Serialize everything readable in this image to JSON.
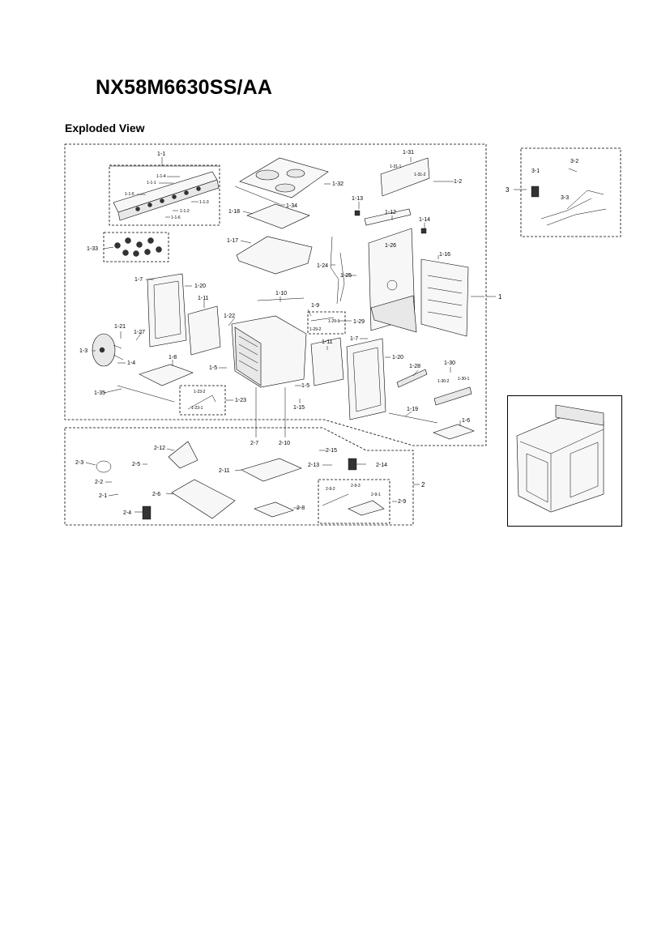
{
  "header": {
    "model": "NX58M6630SS/AA",
    "section": "Exploded View"
  },
  "callouts": {
    "g1": "1",
    "g2": "2",
    "g3": "3",
    "c1_1": "1-1",
    "c1_1_1": "1-1-1",
    "c1_1_2": "1-1-2",
    "c1_1_4": "1-1-4",
    "c1_1_5": "1-1-5",
    "c1_1_6": "1-1-6",
    "c1_2": "1-2",
    "c1_3": "1-3",
    "c1_4": "1-4",
    "c1_5a": "1-5",
    "c1_5b": "1-5",
    "c1_6": "1-6",
    "c1_7a": "1-7",
    "c1_7b": "1-7",
    "c1_8": "1-8",
    "c1_9": "1-9",
    "c1_10": "1-10",
    "c1_11a": "1-11",
    "c1_11b": "1-11",
    "c1_12": "1-12",
    "c1_13": "1-13",
    "c1_14": "1-14",
    "c1_15": "1-15",
    "c1_16": "1-16",
    "c1_17": "1-17",
    "c1_18": "1-18",
    "c1_19": "1-19",
    "c1_20a": "1-20",
    "c1_20b": "1-20",
    "c1_21": "1-21",
    "c1_22": "1-22",
    "c1_23": "1-23",
    "c1_23_1": "1-23-1",
    "c1_23_2": "1-23-2",
    "c1_24": "1-24",
    "c1_25": "1-25",
    "c1_26": "1-26",
    "c1_27": "1-27",
    "c1_28": "1-28",
    "c1_29": "1-29",
    "c1_29_1": "1-29-1",
    "c1_29_2": "1-29-2",
    "c1_30": "1-30",
    "c1_30_1": "1-30-1",
    "c1_30_2": "1-30-2",
    "c1_31": "1-31",
    "c1_31_1": "1-31-1",
    "c1_31_2": "1-31-2",
    "c1_32": "1-32",
    "c1_33": "1-33",
    "c1_34": "1-34",
    "c1_35": "1-35",
    "c1_1_3": "1-1-3",
    "c2_1": "2-1",
    "c2_2": "2-2",
    "c2_3": "2-3",
    "c2_4": "2-4",
    "c2_5": "2-5",
    "c2_6": "2-6",
    "c2_7": "2-7",
    "c2_8": "2-8",
    "c2_9": "2-9",
    "c2_9_1": "2-9-1",
    "c2_9_2": "2-9-2",
    "c2_9_3": "2-9-3",
    "c2_10": "2-10",
    "c2_11": "2-11",
    "c2_12": "2-12",
    "c2_13": "2-13",
    "c2_14": "2-14",
    "c2_15": "2-15",
    "c3_1": "3-1",
    "c3_2": "3-2",
    "c3_3": "3-3"
  }
}
